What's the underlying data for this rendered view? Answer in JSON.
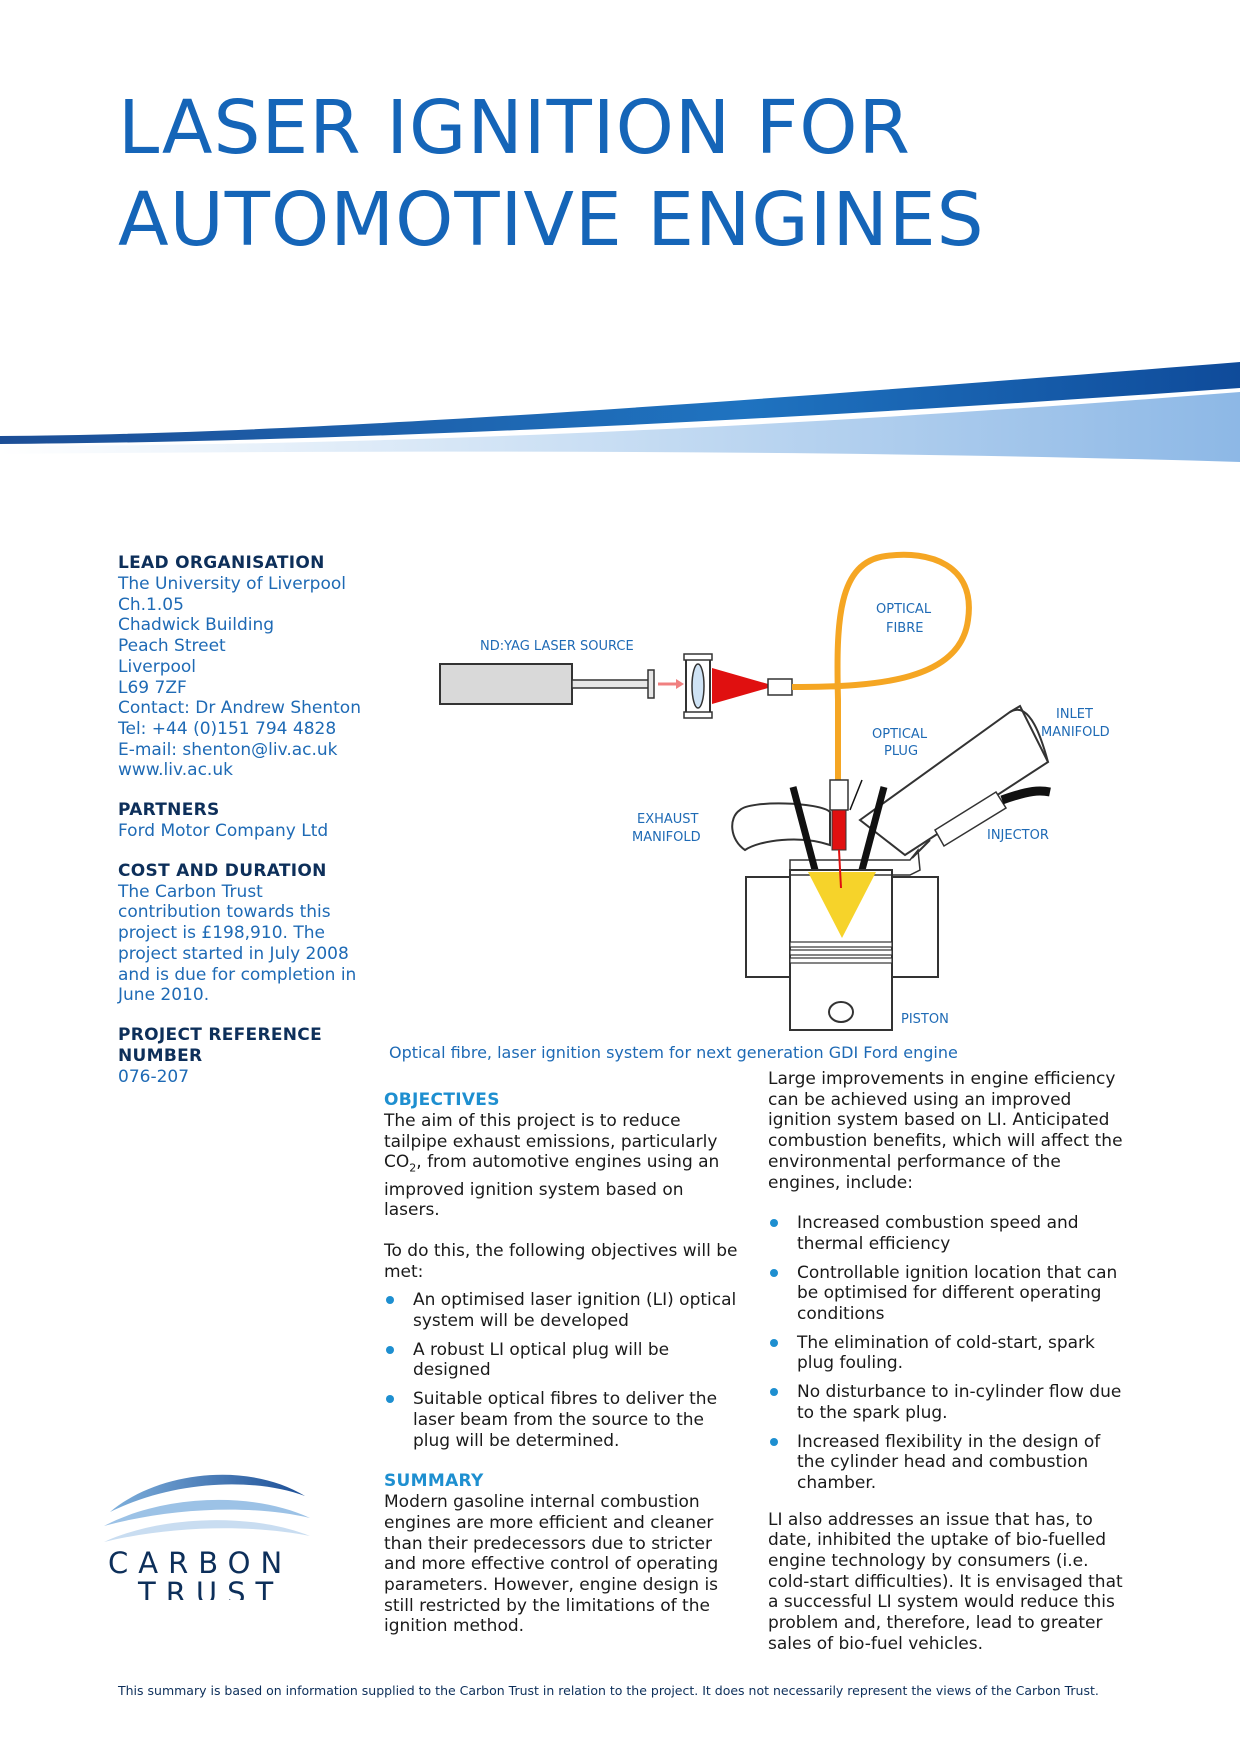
{
  "title": {
    "line1": "LASER IGNITION FOR",
    "line2": "AUTOMOTIVE ENGINES"
  },
  "lead": {
    "heading": "LEAD ORGANISATION",
    "lines": [
      "The University of Liverpool",
      "Ch.1.05",
      "Chadwick Building",
      "Peach Street",
      "Liverpool",
      "L69 7ZF",
      "Contact: Dr Andrew Shenton",
      "Tel: +44 (0)151 794 4828",
      "E-mail: shenton@liv.ac.uk",
      "www.liv.ac.uk"
    ]
  },
  "partners": {
    "heading": "PARTNERS",
    "text": "Ford Motor Company Ltd"
  },
  "cost": {
    "heading": "COST AND DURATION",
    "lines": [
      "The Carbon Trust",
      "contribution towards this",
      "project is £198,910. The",
      "project started in July 2008",
      "and is due for completion in",
      "June 2010."
    ]
  },
  "reference": {
    "heading_line1": "PROJECT REFERENCE",
    "heading_line2": "NUMBER",
    "value": "076-207"
  },
  "diagram": {
    "laser_source": "ND:YAG LASER SOURCE",
    "optical_fibre": [
      "OPTICAL",
      "FIBRE"
    ],
    "optical_plug": [
      "OPTICAL",
      "PLUG"
    ],
    "inlet_manifold": [
      "INLET",
      "MANIFOLD"
    ],
    "exhaust_manifold": [
      "EXHAUST",
      "MANIFOLD"
    ],
    "injector": "INJECTOR",
    "piston": "PISTON"
  },
  "caption": "Optical fibre, laser ignition system for next generation GDI Ford engine",
  "objectives": {
    "heading": "OBJECTIVES",
    "intro_pre": "The aim of this project is to reduce tailpipe exhaust emissions, particularly CO",
    "intro_sub": "2",
    "intro_post": ", from automotive engines using an improved ignition system based on lasers.",
    "lead_in": "To do this, the following objectives will be met:",
    "bullets": [
      "An optimised laser ignition (LI) optical system will be developed",
      "A robust LI optical plug will be designed",
      "Suitable optical fibres to deliver the laser beam from the source to the plug will be determined."
    ]
  },
  "summary": {
    "heading": "SUMMARY",
    "text": "Modern gasoline internal combustion engines are more efficient and cleaner than their predecessors due to stricter and more effective control of operating parameters.  However, engine design is still restricted by the limitations of the ignition method."
  },
  "benefits": {
    "intro": "Large improvements in engine efficiency can be achieved using an improved ignition system based on LI. Anticipated combustion benefits, which will affect the environmental performance of the engines, include:",
    "bullets": [
      "Increased combustion speed and thermal efficiency",
      "Controllable ignition location that can be optimised for different operating conditions",
      "The elimination of cold-start, spark plug fouling.",
      "No disturbance to in-cylinder flow due to the spark plug.",
      "Increased flexibility in the design of the cylinder head and combustion chamber."
    ],
    "closing": "LI also addresses an issue that has, to date, inhibited the uptake of bio-fuelled engine technology by consumers (i.e. cold-start difficulties). It is envisaged that a successful LI system would reduce this problem and, therefore, lead to greater sales of bio-fuel vehicles."
  },
  "logo": {
    "line1": "CARBON",
    "line2": "TRUST"
  },
  "footer": "This summary is based on information supplied to the Carbon Trust in relation to the project.  It does not necessarily represent the views of the Carbon Trust.",
  "colors": {
    "title_blue": "#1565b8",
    "heading_navy": "#0d2f5a",
    "text_blue": "#1e6ab5",
    "accent_blue": "#1e8fd0",
    "fibre_orange": "#f5a623"
  }
}
